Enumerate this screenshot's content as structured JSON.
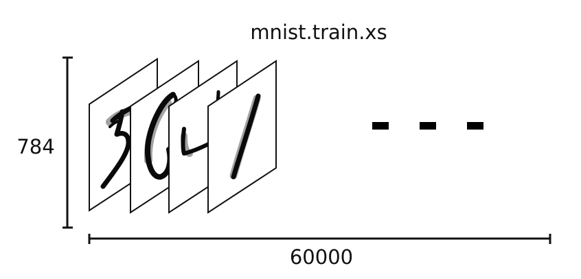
{
  "title": "mnist.train.xs",
  "dims": {
    "height_label": "784",
    "width_label": "60000"
  },
  "images": [
    {
      "digit": "5"
    },
    {
      "digit": "0"
    },
    {
      "digit": "4"
    },
    {
      "digit": "1"
    }
  ],
  "ellipsis": "- - -",
  "colors": {
    "ink": "#111111",
    "background": "#ffffff"
  }
}
